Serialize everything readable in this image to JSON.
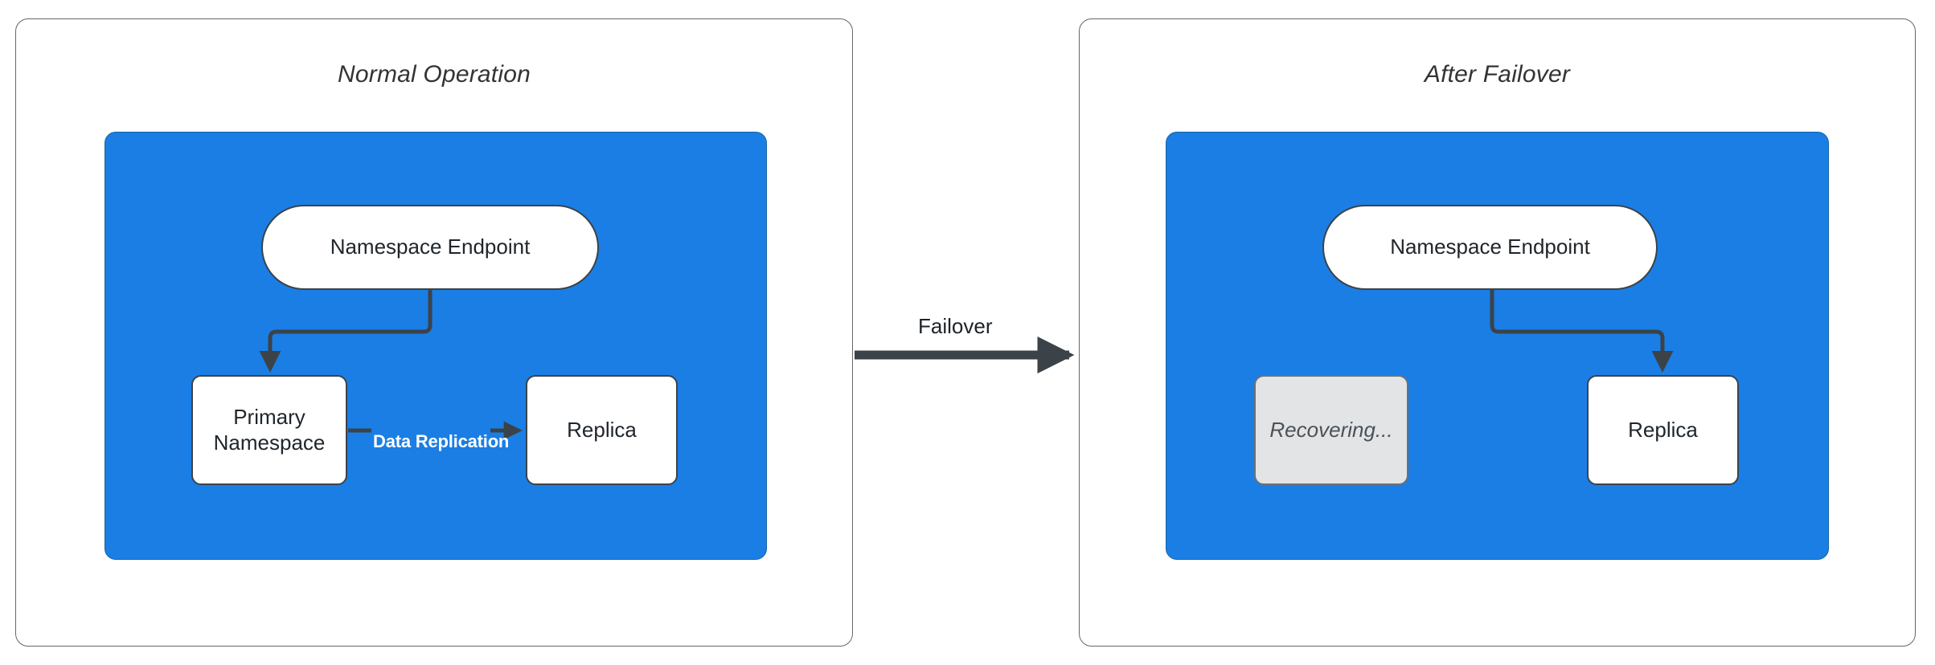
{
  "diagram": {
    "title": "Namespace failover: normal operation vs after failover",
    "palette": {
      "cluster_fill": "#1A7EE5",
      "node_fill": "#FFFFFF",
      "node_stroke": "#3B4349",
      "inactive_fill": "#E2E4E6",
      "inactive_text": "#4A5257",
      "edge_stroke": "#3B4349",
      "panel_stroke": "#666666",
      "replication_label_color": "#FFFFFF",
      "title_color": "#333333"
    },
    "panels": [
      {
        "id": "normal",
        "title": "Normal Operation",
        "nodes": [
          {
            "id": "endpoint-left",
            "label": "Namespace Endpoint",
            "shape": "pill",
            "state": "active"
          },
          {
            "id": "primary-left",
            "label": "Primary\nNamespace",
            "line1": "Primary",
            "line2": "Namespace",
            "shape": "rect",
            "state": "active"
          },
          {
            "id": "replica-left",
            "label": "Replica",
            "shape": "rect",
            "state": "active"
          }
        ],
        "edges": [
          {
            "from": "endpoint-left",
            "to": "primary-left",
            "label": "",
            "style": "elbow-arrow"
          },
          {
            "from": "primary-left",
            "to": "replica-left",
            "label": "Data Replication",
            "style": "straight-arrow"
          }
        ]
      },
      {
        "id": "failover",
        "title": "After Failover",
        "nodes": [
          {
            "id": "endpoint-right",
            "label": "Namespace Endpoint",
            "shape": "pill",
            "state": "active"
          },
          {
            "id": "recovering-right",
            "label": "Recovering...",
            "shape": "rect",
            "state": "inactive"
          },
          {
            "id": "replica-right",
            "label": "Replica",
            "shape": "rect",
            "state": "active"
          }
        ],
        "edges": [
          {
            "from": "endpoint-right",
            "to": "replica-right",
            "label": "",
            "style": "elbow-arrow"
          }
        ]
      }
    ],
    "transition": {
      "label": "Failover",
      "from_panel": "normal",
      "to_panel": "failover"
    }
  }
}
